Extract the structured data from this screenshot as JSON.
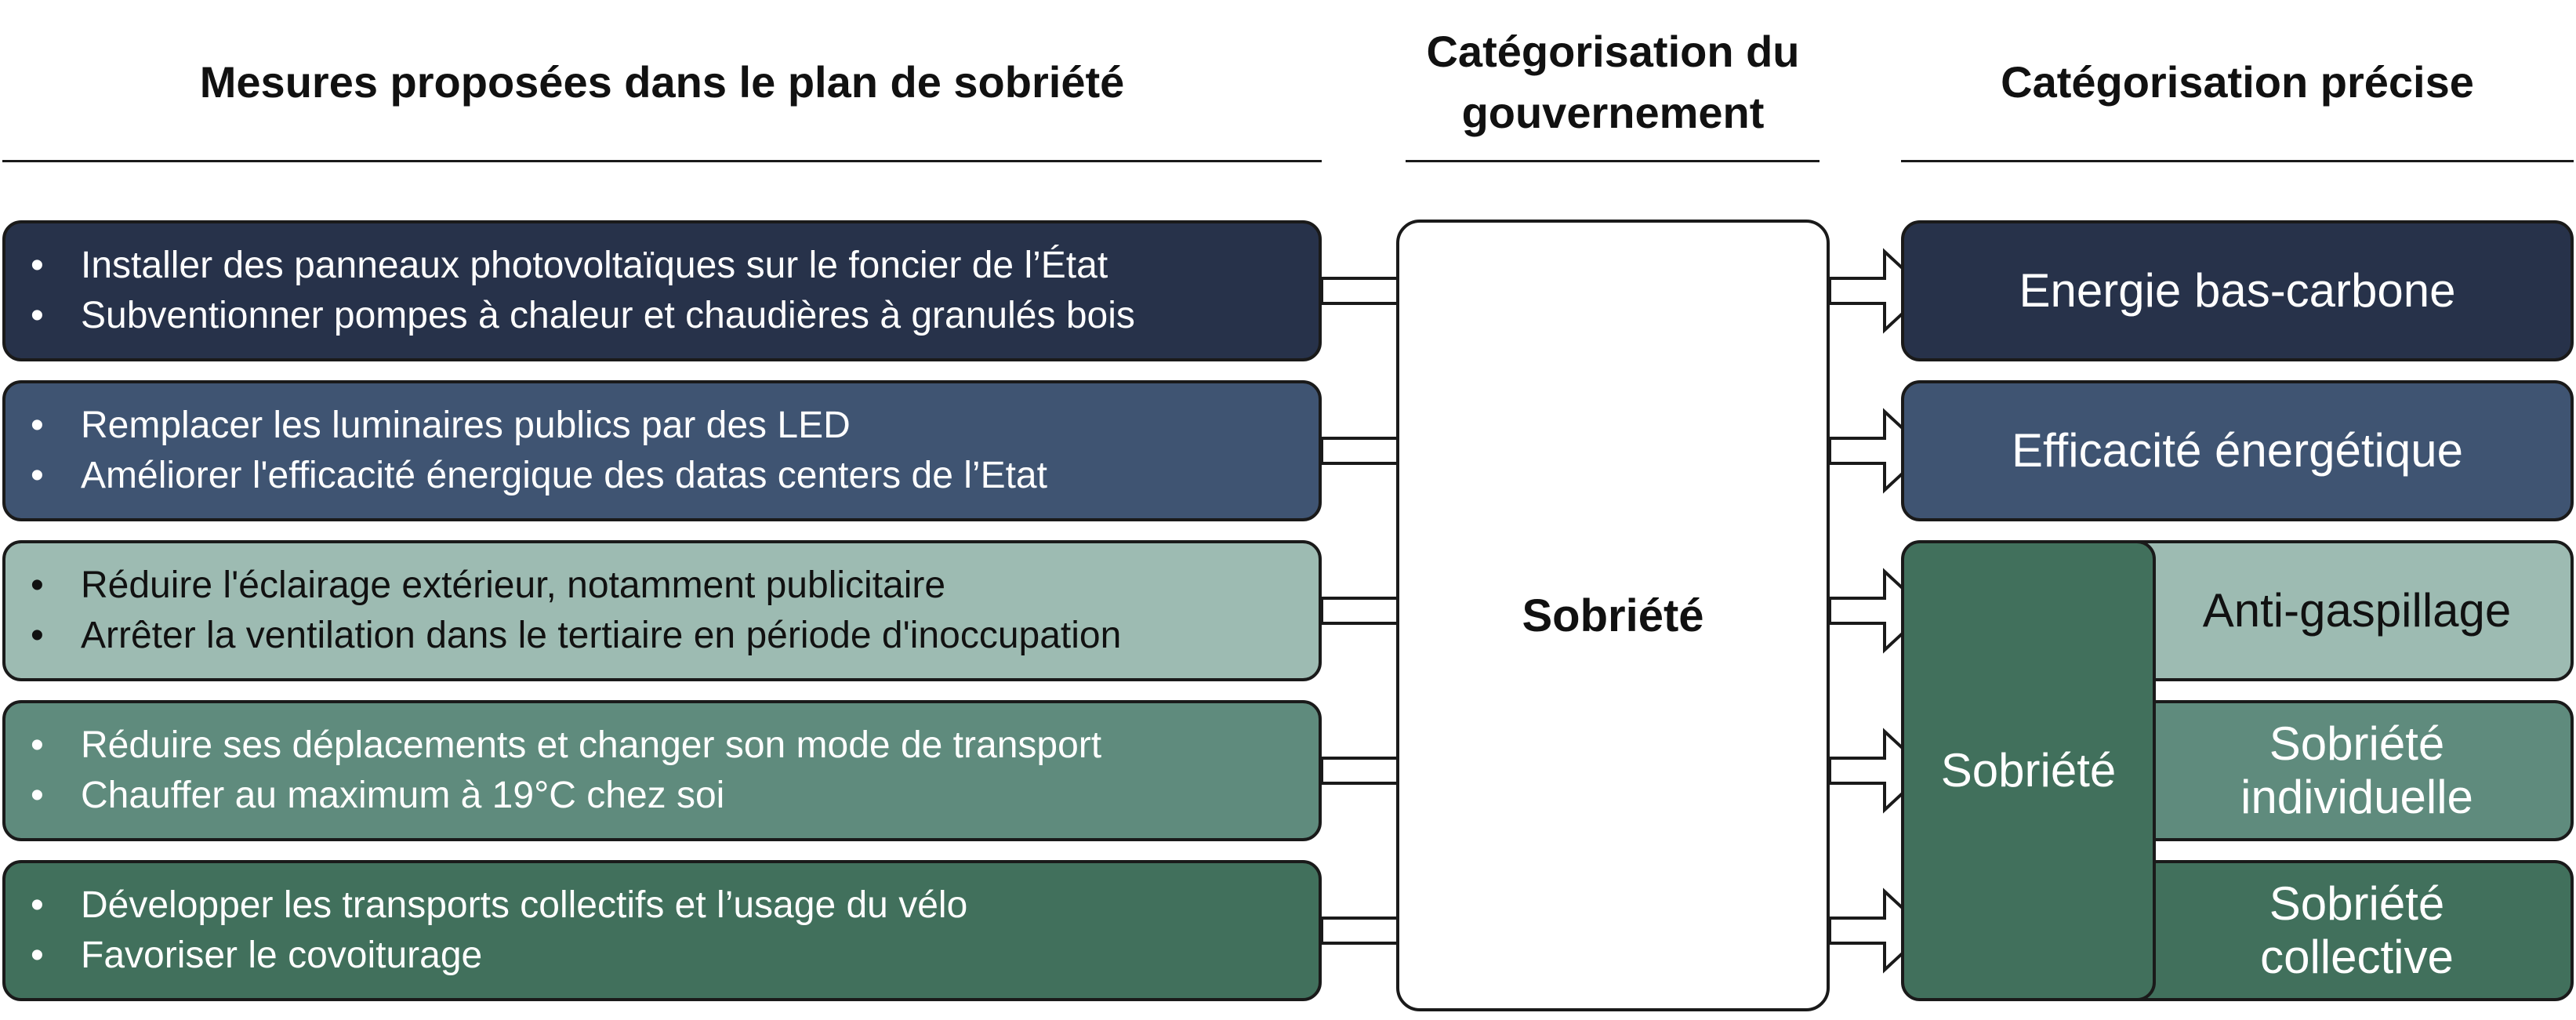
{
  "headers": {
    "measures": "Mesures proposées dans le plan de sobriété",
    "government": "Catégorisation du gouvernement",
    "precise": "Catégorisation précise"
  },
  "measures": [
    {
      "color": "#27324a",
      "items": [
        "Installer des panneaux photovoltaïques sur le foncier de l’État",
        "Subventionner pompes à chaleur et chaudières à granulés bois"
      ]
    },
    {
      "color": "#3f5472",
      "items": [
        "Remplacer les luminaires publics par des LED",
        "Améliorer l'efficacité énergique des datas centers de l’Etat"
      ]
    },
    {
      "color": "#9dbbb2",
      "items": [
        "Réduire l'éclairage extérieur, notamment publicitaire",
        "Arrêter la ventilation dans le tertiaire en période d'inoccupation"
      ]
    },
    {
      "color": "#5f8b7d",
      "items": [
        "Réduire ses déplacements et changer son mode de transport",
        "Chauffer au maximum à 19°C chez soi"
      ]
    },
    {
      "color": "#41705c",
      "items": [
        "Développer les transports collectifs et l’usage du vélo",
        "Favoriser le covoiturage"
      ]
    }
  ],
  "government": {
    "label": "Sobriété"
  },
  "precise": {
    "energie": {
      "label": "Energie bas-carbone",
      "color": "#27324a"
    },
    "efficacite": {
      "label": "Efficacité énergétique",
      "color": "#3f5472"
    },
    "sobriete": {
      "label": "Sobriété",
      "color": "#41705c"
    },
    "anti_gaspillage": {
      "label": "Anti-gaspillage",
      "color": "#9dbbb2"
    },
    "individuelle": {
      "label": "Sobriété individuelle",
      "color": "#5f8b7d"
    },
    "collective": {
      "label": "Sobriété collective",
      "color": "#41705c"
    }
  }
}
